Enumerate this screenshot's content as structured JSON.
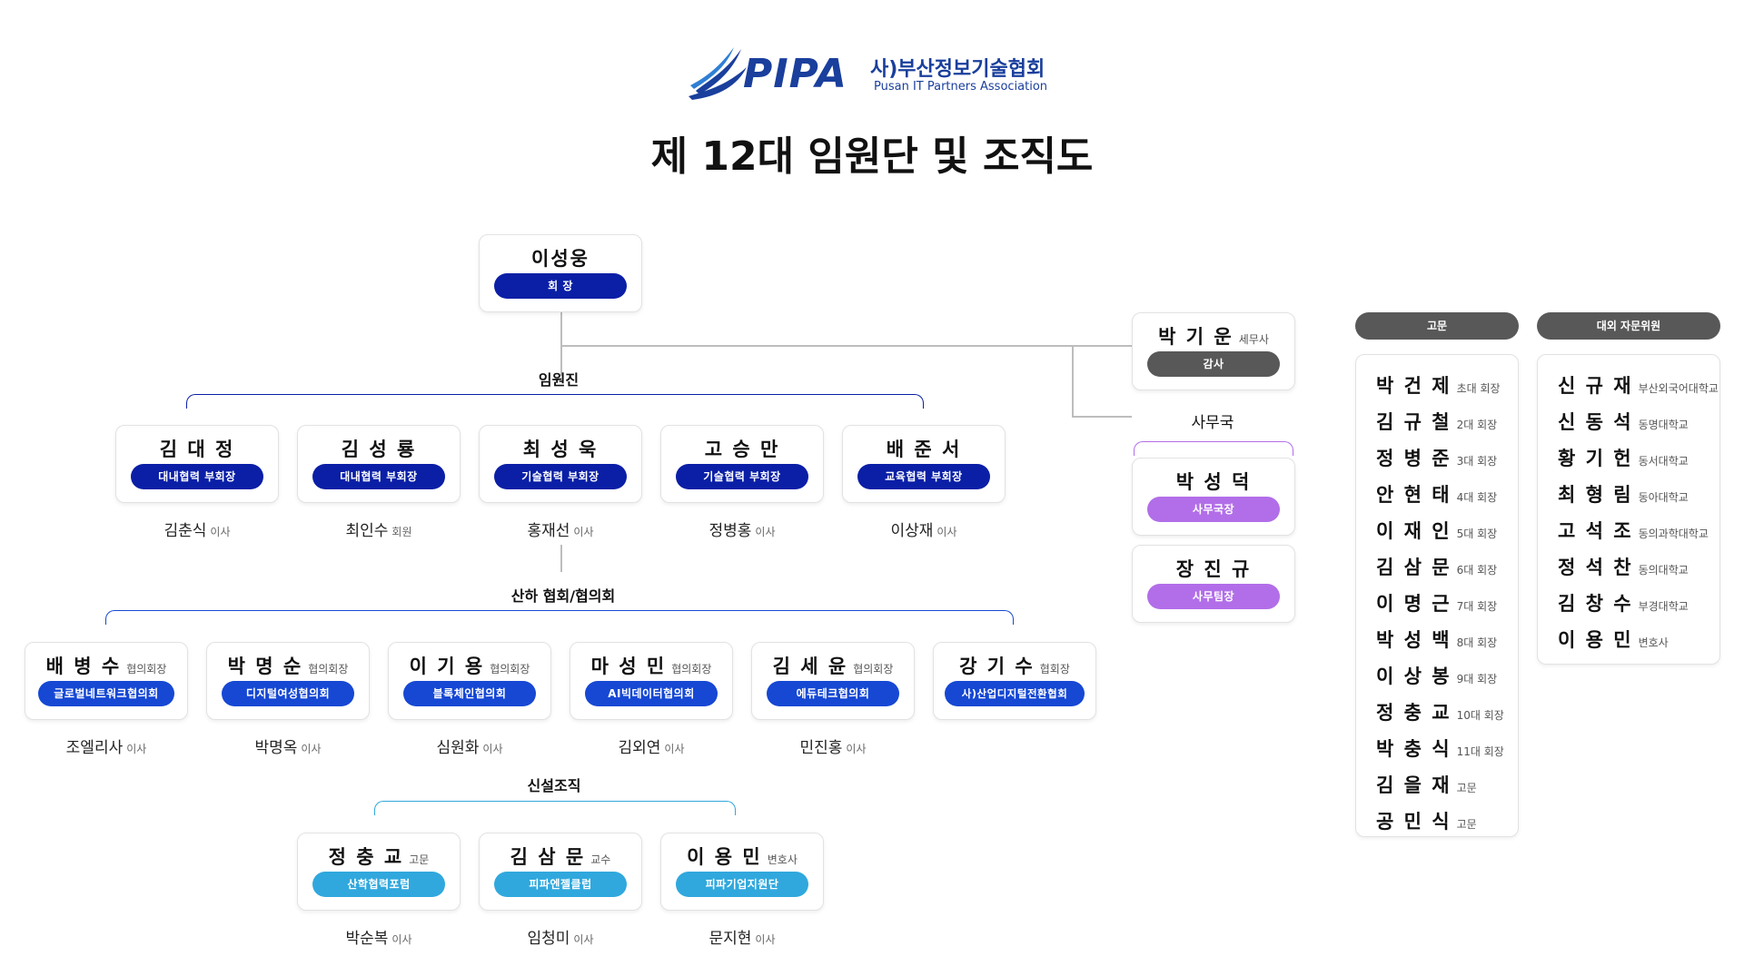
{
  "header": {
    "logo_text": "PIPA",
    "logo_ko": "사)부산정보기술협회",
    "logo_en": "Pusan IT Partners Association",
    "title": "제 12대 임원단 및 조직도"
  },
  "president": {
    "name": "이성웅",
    "role": "회 장"
  },
  "auditor": {
    "name": "박 기 운",
    "note": "세무사",
    "role": "감사"
  },
  "office": {
    "label": "사무국",
    "members": [
      {
        "name": "박 성 덕",
        "role": "사무국장"
      },
      {
        "name": "장 진 규",
        "role": "사무팀장"
      }
    ]
  },
  "executives": {
    "label": "임원진",
    "members": [
      {
        "name": "김 대 정",
        "role": "대내협력 부회장",
        "sub_name": "김춘식",
        "sub_title": "이사"
      },
      {
        "name": "김 성 룡",
        "role": "대내협력 부회장",
        "sub_name": "최인수",
        "sub_title": "회원"
      },
      {
        "name": "최 성 욱",
        "role": "기술협력 부회장",
        "sub_name": "홍재선",
        "sub_title": "이사"
      },
      {
        "name": "고 승 만",
        "role": "기술협력 부회장",
        "sub_name": "정병홍",
        "sub_title": "이사"
      },
      {
        "name": "배 준 서",
        "role": "교육협력 부회장",
        "sub_name": "이상재",
        "sub_title": "이사"
      }
    ]
  },
  "affiliates": {
    "label": "산하 협회/협의회",
    "members": [
      {
        "name": "배 병 수",
        "note": "협의회장",
        "role": "글로벌네트워크협의회",
        "sub_name": "조엘리사",
        "sub_title": "이사"
      },
      {
        "name": "박 명 순",
        "note": "협의회장",
        "role": "디지털여성협의회",
        "sub_name": "박명옥",
        "sub_title": "이사"
      },
      {
        "name": "이 기 용",
        "note": "협의회장",
        "role": "블록체인협의회",
        "sub_name": "심원화",
        "sub_title": "이사"
      },
      {
        "name": "마 성 민",
        "note": "협의회장",
        "role": "AI빅데이터협의회",
        "sub_name": "김외연",
        "sub_title": "이사"
      },
      {
        "name": "김 세 윤",
        "note": "협의회장",
        "role": "에듀테크협의회",
        "sub_name": "민진홍",
        "sub_title": "이사"
      },
      {
        "name": "강 기 수",
        "note": "협회장",
        "role": "사)산업디지털전환협회"
      }
    ]
  },
  "new_org": {
    "label": "신설조직",
    "members": [
      {
        "name": "정 충 교",
        "note": "고문",
        "role": "산학협력포럼",
        "sub_name": "박순복",
        "sub_title": "이사"
      },
      {
        "name": "김 삼 문",
        "note": "교수",
        "role": "피파엔젤클럽",
        "sub_name": "임청미",
        "sub_title": "이사"
      },
      {
        "name": "이 용 민",
        "note": "변호사",
        "role": "피파기업지원단",
        "sub_name": "문지현",
        "sub_title": "이사"
      }
    ]
  },
  "advisors": {
    "label": "고문",
    "items": [
      {
        "name": "박 건 제",
        "title": "초대 회장"
      },
      {
        "name": "김 규 철",
        "title": "2대 회장"
      },
      {
        "name": "정 병 준",
        "title": "3대 회장"
      },
      {
        "name": "안 현 태",
        "title": "4대 회장"
      },
      {
        "name": "이 재 인",
        "title": "5대 회장"
      },
      {
        "name": "김 삼 문",
        "title": "6대 회장"
      },
      {
        "name": "이 명 근",
        "title": "7대 회장"
      },
      {
        "name": "박 성 백",
        "title": "8대 회장"
      },
      {
        "name": "이 상 봉",
        "title": "9대 회장"
      },
      {
        "name": "정 충 교",
        "title": "10대 회장"
      },
      {
        "name": "박 충 식",
        "title": "11대 회장"
      },
      {
        "name": "김 을 재",
        "title": "고문"
      },
      {
        "name": "공 민 식",
        "title": "고문"
      }
    ]
  },
  "external": {
    "label": "대외 자문위원",
    "items": [
      {
        "name": "신 규 재",
        "title": "부산외국어대학교"
      },
      {
        "name": "신 동 석",
        "title": "동명대학교"
      },
      {
        "name": "황 기 헌",
        "title": "동서대학교"
      },
      {
        "name": "최 형 림",
        "title": "동아대학교"
      },
      {
        "name": "고 석 조",
        "title": "동의과학대학교"
      },
      {
        "name": "정 석 찬",
        "title": "동의대학교"
      },
      {
        "name": "김 창 수",
        "title": "부경대학교"
      },
      {
        "name": "이 용 민",
        "title": "변호사"
      }
    ]
  },
  "colors": {
    "navy": "#0a1fa6",
    "blue": "#1648d4",
    "sky": "#30a8dd",
    "gray": "#585858",
    "violet": "#b26ee8"
  }
}
